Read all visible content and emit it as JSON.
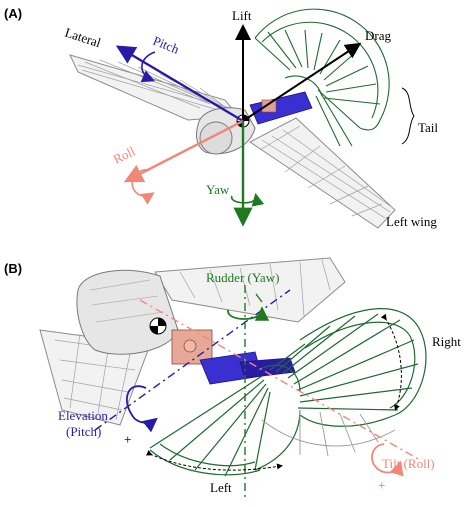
{
  "panels": [
    {
      "label": "(A)",
      "annotations": {
        "lift": "Lift",
        "drag": "Drag",
        "lateral": "Lateral",
        "pitch": "Pitch",
        "roll": "Roll",
        "yaw": "Yaw",
        "tail": "Tail",
        "left_wing": "Left wing"
      }
    },
    {
      "label": "(B)",
      "annotations": {
        "rudder": "Rudder (Yaw)",
        "elevation_line1": "Elevation",
        "elevation_line2": "(Pitch)",
        "right": "Right",
        "left": "Left",
        "tilt": "Tilt (Roll)",
        "plus_pitch": "+",
        "plus_roll": "+"
      }
    }
  ],
  "colors": {
    "lift": "#000000",
    "drag": "#000000",
    "lateral": "#2a1aa8",
    "roll": "#f08878",
    "yaw": "#1f7a1f",
    "tail": "#1e6b2e",
    "wing_fill": "#f2f2f2",
    "wing_stroke": "#8c8c8c",
    "mechanism": "#3a2fd0",
    "mechanism_accent": "#e0a090"
  }
}
